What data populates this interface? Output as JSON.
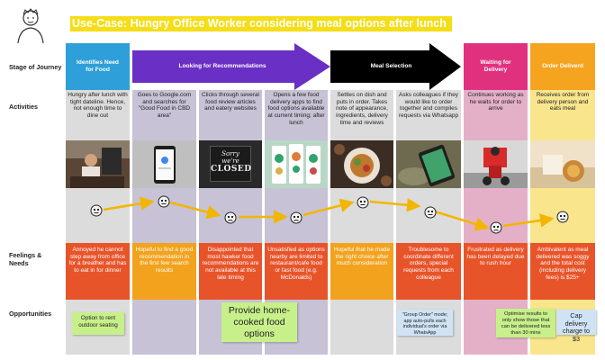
{
  "title": "Use-Case: Hungry Office Worker considering meal options after lunch",
  "row_labels": {
    "stage": "Stage of Journey",
    "activities": "Activities",
    "feelings": "Feelings & Needs",
    "opportunities": "Opportunities"
  },
  "stages": [
    {
      "label": "Identifies Need for Food",
      "color": "#2e9fd9"
    },
    {
      "label": "Looking for Recommendations",
      "color": "#6a2fc4"
    },
    {
      "label": "Meal Selection",
      "color": "#000000"
    },
    {
      "label": "Waiting for Delivery",
      "color": "#e0317f"
    },
    {
      "label": "Order Deliverd",
      "color": "#f5a41f"
    }
  ],
  "activities": [
    "Hungry after lunch with tight dateline. Hence, not enough time to dine out",
    "Goes to Google.com and searches for \"Good Food in CBD area\"",
    "Clicks through several food review articles and eatery websites",
    "Opens a few food delivery apps to find food options available at current timing; after lunch",
    "Settles on dish and puts in order. Takes note of appearance, ingredients, delivery time and reviews",
    "Asks colleagues if they would like to order together and compiles requests via Whatsapp",
    "Continues working as he waits for order to arrive",
    "Receives order from delivery person and eats meal"
  ],
  "photo_text": {
    "sign_line1": "Sorry",
    "sign_line2": "we're",
    "sign_line3": "CLOSED"
  },
  "feelings": [
    "Annoyed he cannot step away from office for a breather and has to eat in for dinner",
    "Hopeful to find a good recommendation in the first few search results",
    "Disappointed that most hawker food recommendations are not available at this late timing",
    "Unsatisfied as options nearby are limited to restaurant/cafe food or fast food (e.g. McDonalds)",
    "Hopeful that he made the right choice after much consideration",
    "Troublesome to coordinate different orders, special requests from each colleague",
    "Frustrated as delivery has been delayed due to rush hour",
    "Ambivalent as meal delivered was soggy and the total cost (including delivery fees) is $25+"
  ],
  "opportunities": [
    "Option to rent outdoor seating",
    "Provide home-cooked food options",
    "\"Group Order\" mode; app auto-pulls each individual's order via WhatsApp",
    "Optimise results to only show those that can be delivered less than 30 mins",
    "Cap delivery charge to $3"
  ],
  "colors": {
    "title_bg": "#f5dd17",
    "column_bg": "#dcdcdc",
    "column_purple": "#c7c2d6",
    "column_pink": "#e4b0c8",
    "column_yellow": "#f9e58c",
    "feeling_red": "#e8542a",
    "feeling_orange": "#f2a21d",
    "arrow": "#f2b600",
    "sticky_green": "#c8f08a",
    "sticky_blue": "#cfe3f5"
  },
  "icons": [
    "person-sketch-icon",
    "neutral-face-icon",
    "sad-face-icon",
    "journey-arrow-icon"
  ]
}
